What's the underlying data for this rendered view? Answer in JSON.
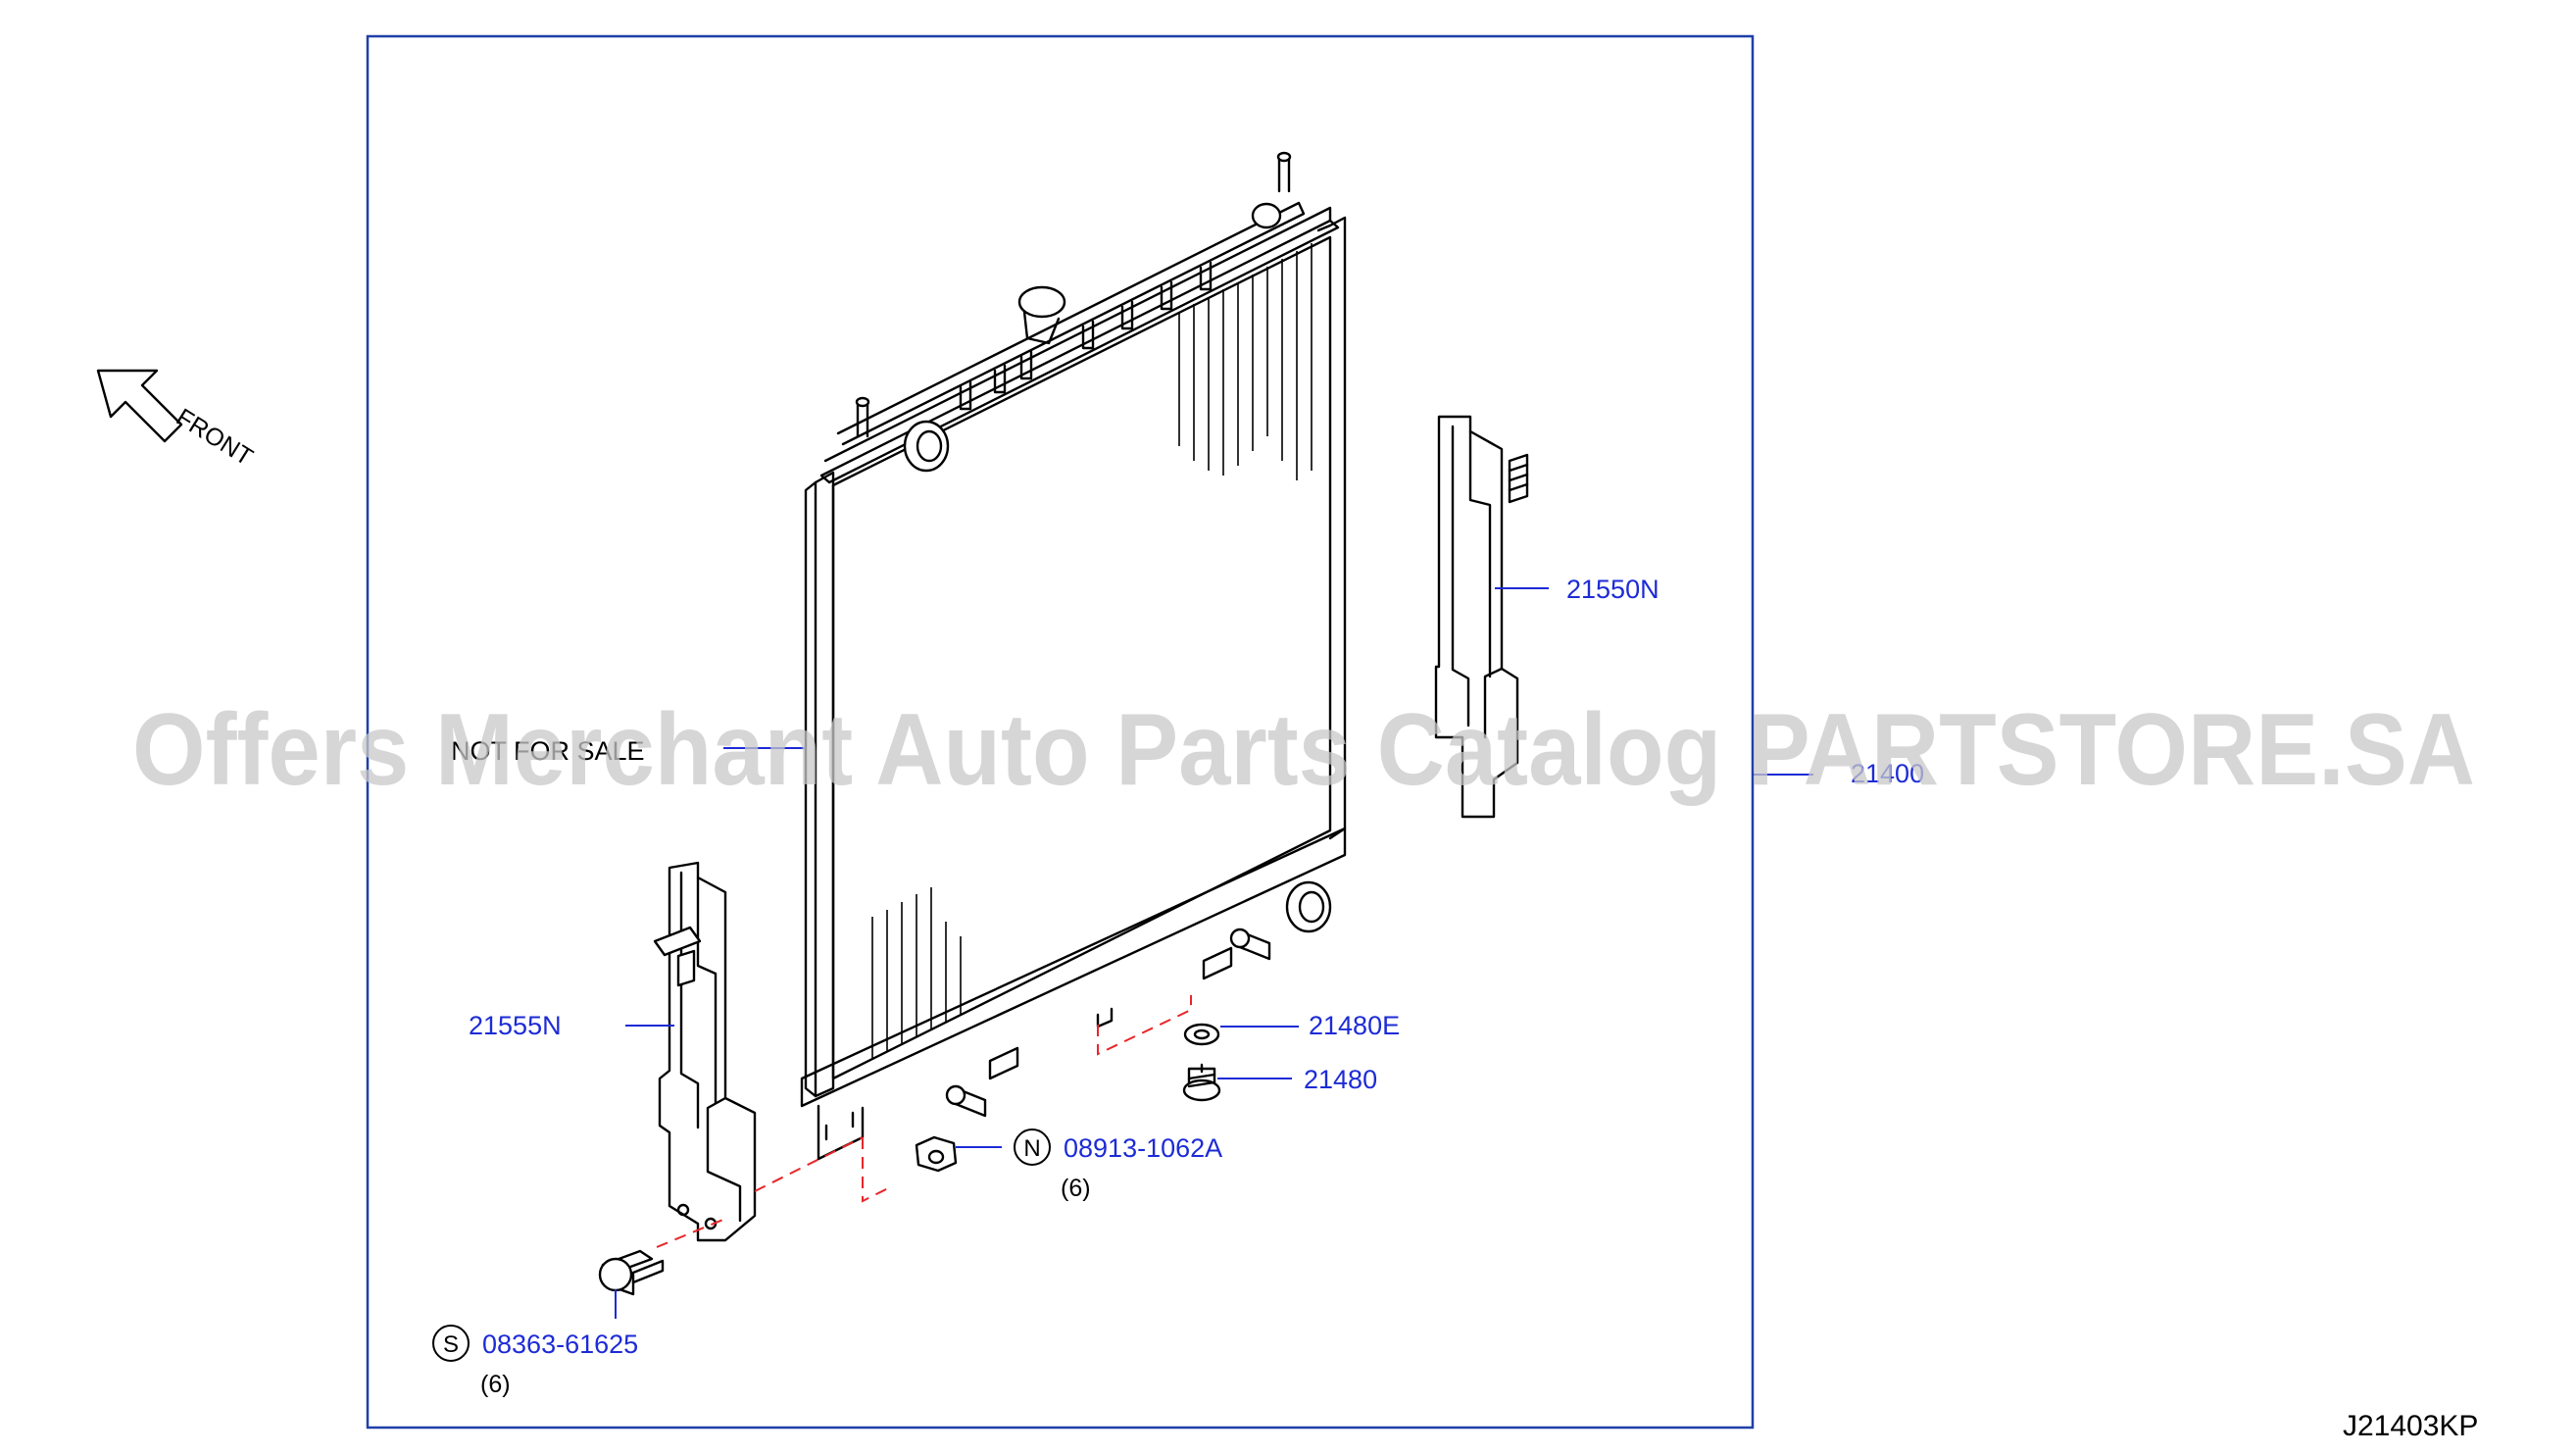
{
  "diagram": {
    "code": "J21403KP",
    "front_label": "FRONT",
    "not_for_sale": "NOT FOR SALE",
    "part_labels": {
      "shroud_right": "21550N",
      "radiator": "21400",
      "shroud_left": "21555N",
      "washer": "21480E",
      "bolt_mount": "21480",
      "nut": "08913-1062A",
      "bolt_shroud": "08363-61625"
    },
    "badges": {
      "nut": "N",
      "bolt_shroud": "S"
    },
    "quantities": {
      "nut": "(6)",
      "bolt_shroud": "(6)"
    }
  },
  "watermark": {
    "text": "Offers Merchant Auto Parts Catalog PARTSTORE.SA"
  },
  "colors": {
    "label": "#1d2bd6",
    "frame": "#1f3fa8",
    "dashed": "#e8262a",
    "line": "#000000"
  }
}
